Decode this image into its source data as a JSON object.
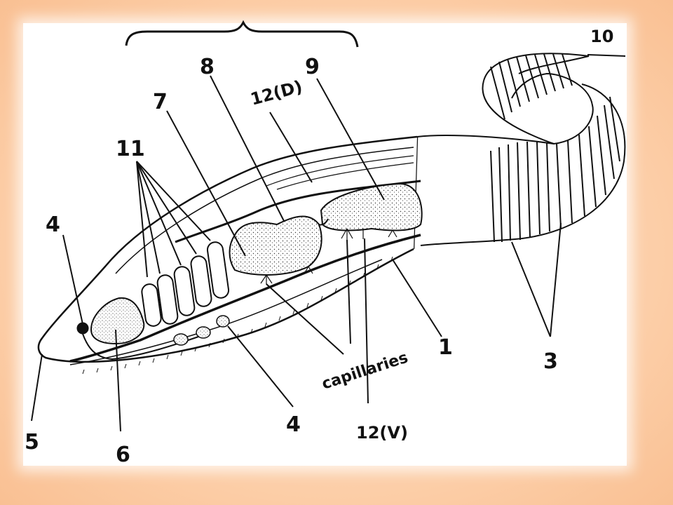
{
  "colors": {
    "background": "#FBC9A0",
    "panel": "#FFFFFF",
    "ink": "#111111",
    "gland": "#E6E6E6"
  },
  "labels": {
    "l1": "1",
    "l3": "3",
    "l4a": "4",
    "l4b": "4",
    "l5": "5",
    "l6": "6",
    "l7": "7",
    "l8": "8",
    "l9": "9",
    "l10": "10",
    "l11": "11",
    "l12d": "12(D)",
    "l12v": "12(V)",
    "capillaries": "capillaries"
  }
}
